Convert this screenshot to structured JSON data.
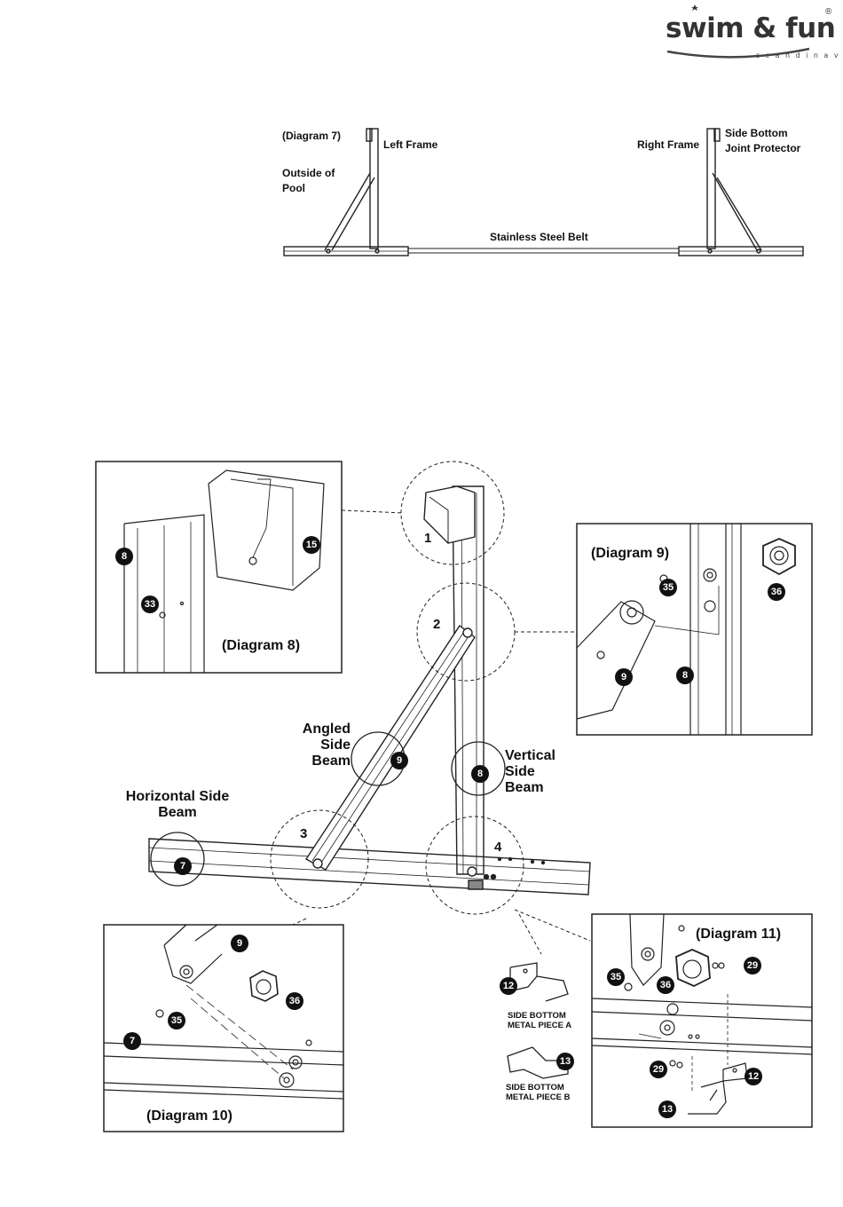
{
  "logo": {
    "brand": "swim & fun",
    "registered": "®",
    "sub": "scandinavia"
  },
  "diagram7": {
    "caption": "(Diagram 7)",
    "left_frame": "Left Frame",
    "outside_line1": "Outside of",
    "outside_line2": "Pool",
    "right_frame": "Right Frame",
    "protector_line1": "Side Bottom",
    "protector_line2": "Joint Protector",
    "belt": "Stainless Steel Belt"
  },
  "main": {
    "callouts": [
      "1",
      "2",
      "3",
      "4"
    ],
    "angled_line1": "Angled",
    "angled_line2": "Side",
    "angled_line3": "Beam",
    "vertical_line1": "Vertical",
    "vertical_line2": "Side",
    "vertical_line3": "Beam",
    "horizontal_line1": "Horizontal Side",
    "horizontal_line2": "Beam",
    "part_a_line1": "SIDE BOTTOM",
    "part_a_line2": "METAL PIECE A",
    "part_b_line1": "SIDE BOTTOM",
    "part_b_line2": "METAL PIECE B"
  },
  "diagram8": {
    "caption": "(Diagram 8)"
  },
  "diagram9": {
    "caption": "(Diagram 9)"
  },
  "diagram10": {
    "caption": "(Diagram 10)"
  },
  "diagram11": {
    "caption": "(Diagram 11)"
  },
  "badges": {
    "p7": "7",
    "p8": "8",
    "p9": "9",
    "p12": "12",
    "p13": "13",
    "p15": "15",
    "p29": "29",
    "p33": "33",
    "p35": "35",
    "p36": "36"
  }
}
